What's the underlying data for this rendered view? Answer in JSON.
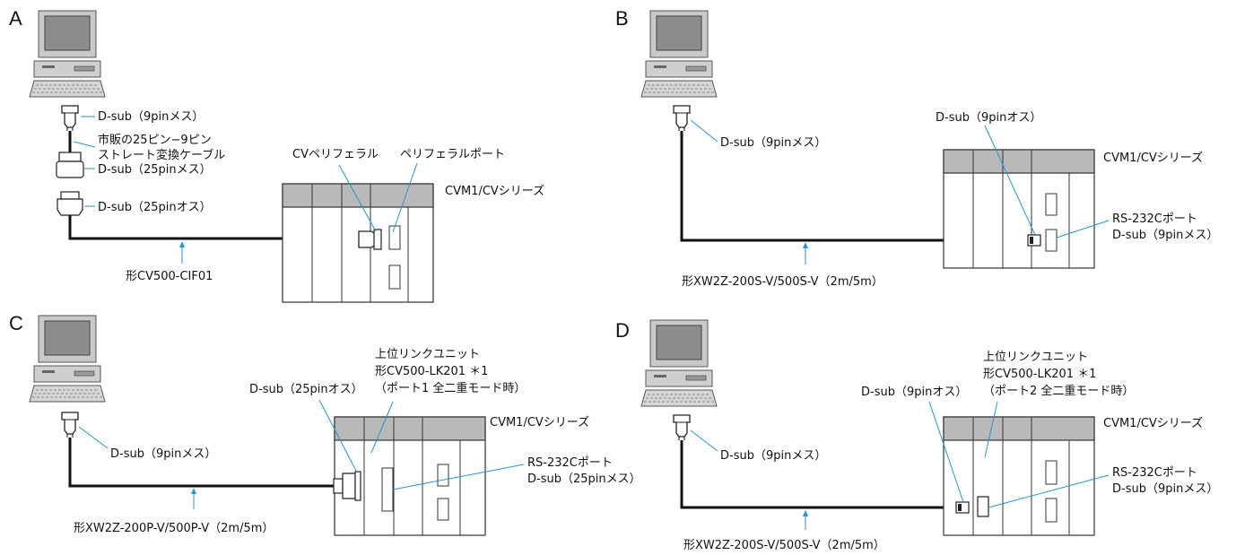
{
  "colors": {
    "plc_header": "#b8b8b8",
    "pc_body": "#cccccc",
    "pc_dark": "#8a8a8a",
    "leader": "#2a93d1",
    "cable": "#111111"
  },
  "icons": [
    "computer-icon",
    "connector-icon",
    "plc-rack-icon"
  ],
  "panels": {
    "a": {
      "letter": "A",
      "pc_connector": "D-sub（9pinメス）",
      "adapter_line1": "市販の25ピン−9ピン",
      "adapter_line2": "ストレート変換ケーブル",
      "conv_female": "D-sub（25pinメス）",
      "conv_male": "D-sub（25pinオス）",
      "cv_peripheral": "CVペリフェラル",
      "peripheral_port": "ペリフェラルポート",
      "plc": "CVM1/CVシリーズ",
      "cable": "形CV500-CIF01"
    },
    "b": {
      "letter": "B",
      "pc_connector": "D-sub（9pinメス）",
      "plc_connector": "D-sub（9pinオス）",
      "plc": "CVM1/CVシリーズ",
      "port_line1": "RS-232Cポート",
      "port_line2": "D-sub（9pinメス）",
      "cable": "形XW2Z-200S-V/500S-V（2m/5m）"
    },
    "c": {
      "letter": "C",
      "unit_line1": "上位リンクユニット",
      "unit_line2": "形CV500-LK201 ＊1",
      "unit_line3": "（ポート1 全二重モード時）",
      "plc_connector": "D-sub（25pinオス）",
      "pc_connector": "D-sub（9pinメス）",
      "plc": "CVM1/CVシリーズ",
      "port_line1": "RS-232Cポート",
      "port_line2": "D-sub（25pinメス）",
      "cable": "形XW2Z-200P-V/500P-V（2m/5m）"
    },
    "d": {
      "letter": "D",
      "unit_line1": "上位リンクユニット",
      "unit_line2": "形CV500-LK201 ＊1",
      "unit_line3": "（ポート2 全二重モード時）",
      "plc_connector": "D-sub（9pinオス）",
      "pc_connector": "D-sub（9pinメス）",
      "plc": "CVM1/CVシリーズ",
      "port_line1": "RS-232Cポート",
      "port_line2": "D-sub（9pinメス）",
      "cable": "形XW2Z-200S-V/500S-V（2m/5m）"
    }
  }
}
